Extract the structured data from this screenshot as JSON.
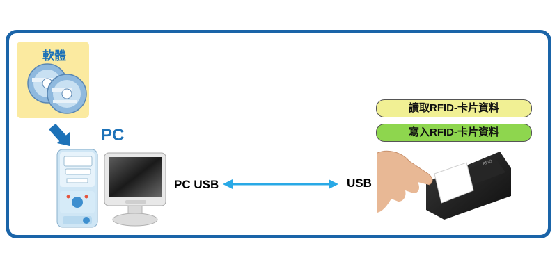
{
  "software_label": "軟體",
  "pc_label": "PC",
  "pc_usb_label": "PC USB",
  "reader_usb_label": "USB",
  "read_button_label": "讀取RFID-卡片資料",
  "write_button_label": "寫入RFID-卡片資料",
  "colors": {
    "frame": "#1a64a8",
    "software_bg": "#fbeaa0",
    "arrow": "#29a9e6",
    "read_pill": "#f1f094",
    "write_pill": "#8ed64e"
  }
}
